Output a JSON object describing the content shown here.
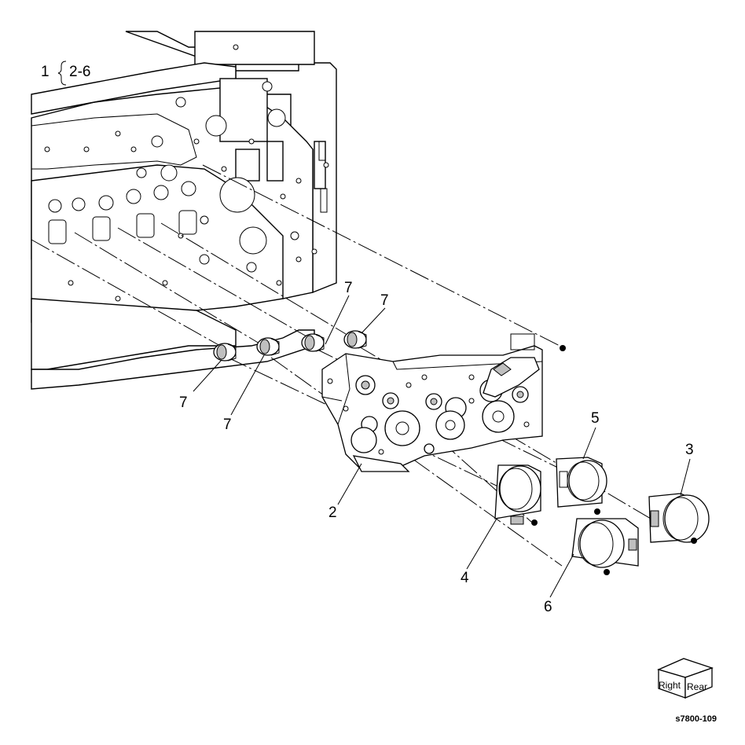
{
  "legend": {
    "main_item": "1",
    "range": "2-6"
  },
  "callouts": {
    "c2": "2",
    "c3": "3",
    "c4": "4",
    "c5": "5",
    "c6": "6",
    "c7": "7"
  },
  "orientation": {
    "left_face": "Right",
    "right_face": "Rear"
  },
  "figure_id": "s7800-109"
}
